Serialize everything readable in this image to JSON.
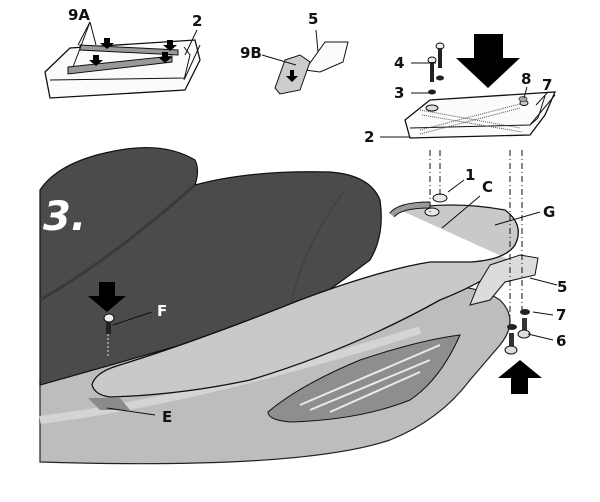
{
  "diagram": {
    "step_number": "3.",
    "colors": {
      "seat": "#4a4a4a",
      "seat_dark": "#3a3a3a",
      "body_panel": "#b5b5b5",
      "body_light": "#d8d8d8",
      "grab_rail": "#c8c8c8",
      "arrow": "#000000",
      "outline": "#111111",
      "background": "#ffffff"
    },
    "inset_top_left": {
      "part_labels": [
        "9A",
        "2"
      ],
      "description": "Plate 2 with adhesive strips 9A"
    },
    "inset_top_middle": {
      "part_labels": [
        "9B",
        "5"
      ],
      "description": "Bracket 5 with adhesive strip 9B"
    },
    "exploded_parts": {
      "plate_labels": [
        "4",
        "3",
        "8",
        "7",
        "2"
      ],
      "rear_labels": [
        "5",
        "7",
        "6"
      ]
    },
    "scooter_labels": {
      "spacer": "1",
      "mount_point": "C",
      "grab_rail": "G",
      "screw": "F",
      "recess": "E"
    },
    "arrows": [
      {
        "id": "plate-down",
        "direction": "down"
      },
      {
        "id": "screw-f-down",
        "direction": "down"
      },
      {
        "id": "bolts-up",
        "direction": "up"
      }
    ]
  }
}
